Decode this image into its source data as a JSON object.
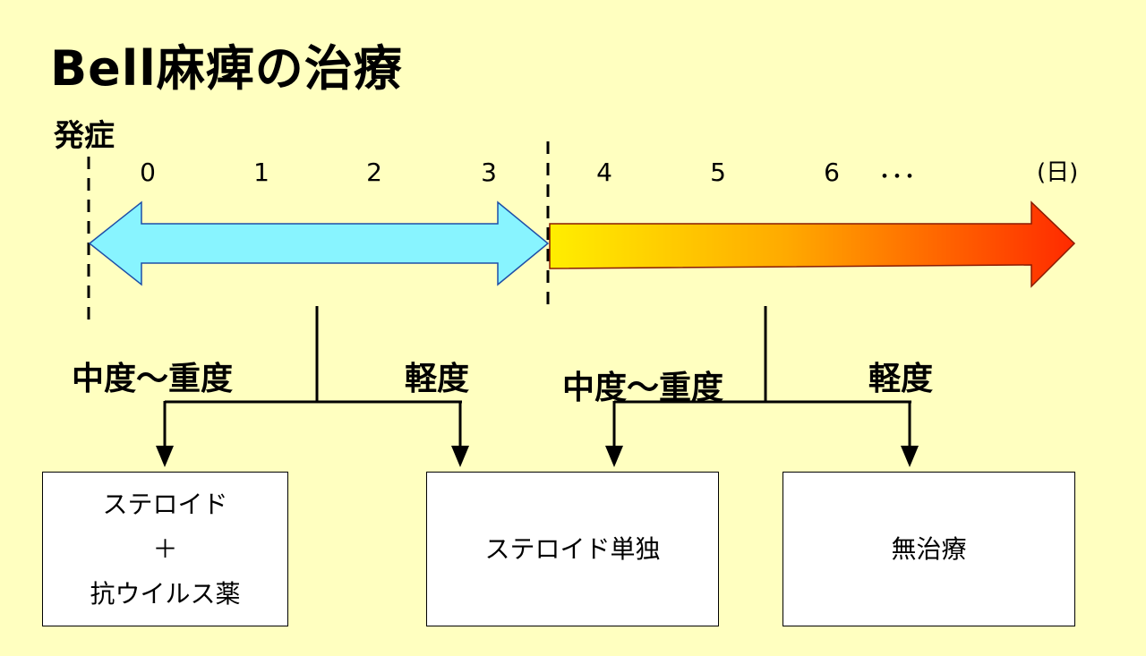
{
  "title": "Bell麻痺の治療",
  "onset_label": "発症",
  "days": [
    "0",
    "1",
    "2",
    "3",
    "4",
    "5",
    "6",
    "･･･"
  ],
  "unit_label": "(日)",
  "early_phase": {
    "severe_label": "中度～重度",
    "mild_label": "軽度",
    "arrow_color": "#88f4ff"
  },
  "late_phase": {
    "severe_label": "中度～重度",
    "mild_label": "軽度",
    "gradient_start": "#ffee00",
    "gradient_end": "#ff2a00"
  },
  "boxes": {
    "combo": {
      "line1": "ステロイド",
      "line2": "＋",
      "line3": "抗ウイルス薬"
    },
    "steroid_only": "ステロイド単独",
    "no_treatment": "無治療"
  }
}
